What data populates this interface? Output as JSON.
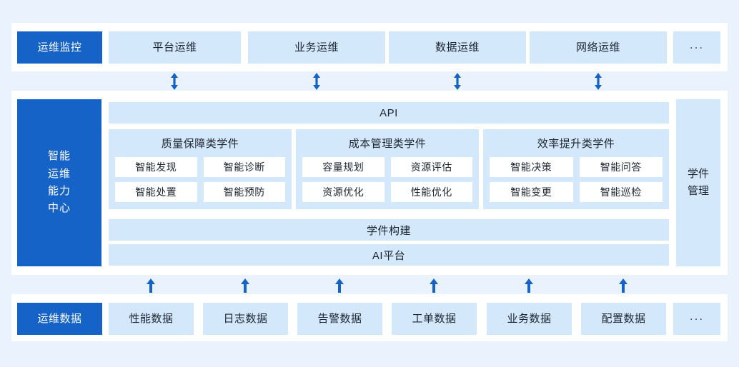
{
  "palette": {
    "page_background": "#eaf3fd",
    "panel_background": "#ffffff",
    "tile_light": "#d4e8fc",
    "accent_blue": "#1663c7",
    "chip_white": "#ffffff",
    "text_dark": "#1c2430",
    "text_light": "#ffffff",
    "arrow_blue": "#1663c7"
  },
  "top_row": {
    "header": "运维监控",
    "items": [
      {
        "label": "平台运维"
      },
      {
        "label": "业务运维"
      },
      {
        "label": "数据运维"
      },
      {
        "label": "网络运维"
      },
      {
        "label": "..."
      }
    ]
  },
  "middle": {
    "center_label": "智能\n运维\n能力\n中心",
    "center_label_lines": [
      "智能",
      "运维",
      "能力",
      "中心"
    ],
    "side_label": "学件\n管理",
    "side_label_lines": [
      "学件",
      "管理"
    ],
    "api_bar": "API",
    "build_bar": "学件构建",
    "platform_bar": "AI平台",
    "groups": [
      {
        "title": "质量保障类学件",
        "items": [
          "智能发现",
          "智能诊断",
          "智能处置",
          "智能预防"
        ]
      },
      {
        "title": "成本管理类学件",
        "items": [
          "容量规划",
          "资源评估",
          "资源优化",
          "性能优化"
        ]
      },
      {
        "title": "效率提升类学件",
        "items": [
          "智能决策",
          "智能问答",
          "智能变更",
          "智能巡检"
        ]
      }
    ]
  },
  "bottom_row": {
    "header": "运维数据",
    "items": [
      {
        "label": "性能数据"
      },
      {
        "label": "日志数据"
      },
      {
        "label": "告警数据"
      },
      {
        "label": "工单数据"
      },
      {
        "label": "业务数据"
      },
      {
        "label": "配置数据"
      },
      {
        "label": "..."
      }
    ]
  },
  "connectors": {
    "bidirectional_count": 4,
    "upward_count": 6,
    "bidirectional_icon": "double-headed-vertical-arrow",
    "upward_icon": "up-arrow"
  }
}
